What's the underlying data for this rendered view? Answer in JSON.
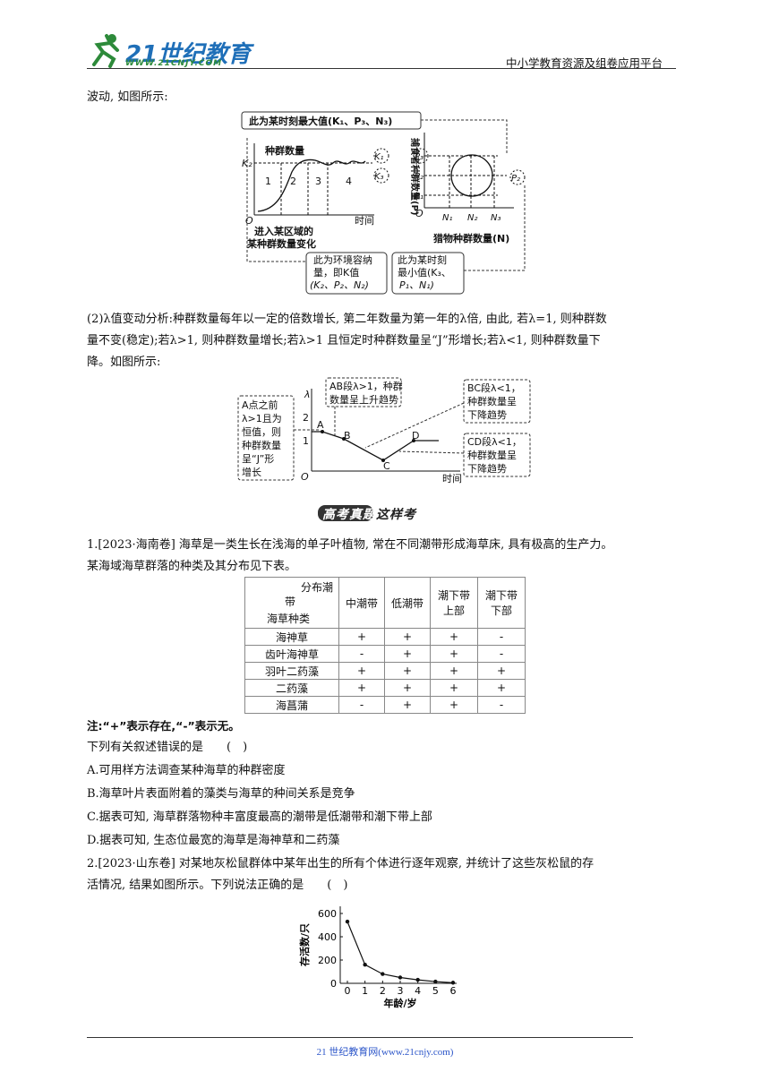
{
  "header": {
    "logo_text": "21世纪教育",
    "logo_url": "WWW.21CNJY.COM",
    "right": "中小学教育资源及组卷应用平台"
  },
  "intro": "波动, 如图所示:",
  "fig1": {
    "top_box": "此为某时刻最大值(K₁、P₃、N₃)",
    "ylabel": "种群数量",
    "k2": "K₂",
    "k1": "K₁",
    "k3": "K₃",
    "seg1": "1",
    "seg2": "2",
    "seg3": "3",
    "seg4": "4",
    "origin": "O",
    "xlabel": "时间",
    "caption1": "进入某区域的",
    "caption2": "某种群数量变化",
    "mid_box1": "此为环境容纳",
    "mid_box2": "量，即K值",
    "mid_box3": "(K₂、P₂、N₂)",
    "right_box1": "此为某时刻",
    "right_box2": "最小值(K₃、",
    "right_box3": "P₁、N₁)",
    "pred_ylabel": "捕食者种群数量(P)",
    "p3": "P₃",
    "p2": "P₂",
    "p1": "P₁",
    "n1": "N₁",
    "n2": "N₂",
    "n3": "N₃",
    "prey_xlabel": "猎物种群数量(N)"
  },
  "para2": {
    "line1": "(2)λ值变动分析:种群数量每年以一定的倍数增长, 第二年数量为第一年的λ倍, 由此, 若λ=1, 则种群数",
    "line2": "量不变(稳定);若λ>1, 则种群数量增长;若λ>1 且恒定时种群数量呈“J”形增长;若λ<1, 则种群数量下",
    "line3": "降。如图所示:"
  },
  "fig2": {
    "left_box": [
      "A点之前",
      "λ>1且为",
      "恒值，则",
      "种群数量",
      "呈“J”形",
      "增长"
    ],
    "top_box": [
      "AB段λ>1，种群",
      "数量呈上升趋势"
    ],
    "bc_box": [
      "BC段λ<1，",
      "种群数量呈",
      "下降趋势"
    ],
    "cd_box": [
      "CD段λ<1，",
      "种群数量呈",
      "下降趋势"
    ],
    "ylabel": "λ",
    "y2": "2",
    "y1": "1",
    "origin": "O",
    "xlabel": "时间",
    "A": "A",
    "B": "B",
    "C": "C",
    "D": "D"
  },
  "banner": "高考真题这样考",
  "q1": {
    "line1": "1.[2023·海南卷] 海草是一类生长在浅海的单子叶植物, 常在不同潮带形成海草床, 具有极高的生产力。",
    "line2": "某海域海草群落的种类及其分布见下表。",
    "table": {
      "corner_top": "分布潮",
      "corner_mid": "带",
      "corner_bottom": "海草种类",
      "columns": [
        "中潮带",
        "低潮带",
        "潮下带\n上部",
        "潮下带\n下部"
      ],
      "rows": [
        {
          "name": "海神草",
          "cells": [
            "+",
            "+",
            "+",
            "-"
          ]
        },
        {
          "name": "齿叶海神草",
          "cells": [
            "-",
            "+",
            "+",
            "-"
          ]
        },
        {
          "name": "羽叶二药藻",
          "cells": [
            "+",
            "+",
            "+",
            "+"
          ]
        },
        {
          "name": "二药藻",
          "cells": [
            "+",
            "+",
            "+",
            "+"
          ]
        },
        {
          "name": "海菖蒲",
          "cells": [
            "-",
            "+",
            "+",
            "-"
          ]
        }
      ]
    },
    "note": "注:“+”表示存在,“-”表示无。",
    "stem": "下列有关叙述错误的是　　(　)",
    "options": [
      "A.可用样方法调查某种海草的种群密度",
      "B.海草叶片表面附着的藻类与海草的种间关系是竞争",
      "C.据表可知, 海草群落物种丰富度最高的潮带是低潮带和潮下带上部",
      "D.据表可知, 生态位最宽的海草是海神草和二药藻"
    ]
  },
  "q2": {
    "line1": "2.[2023·山东卷] 对某地灰松鼠群体中某年出生的所有个体进行逐年观察, 并统计了这些灰松鼠的存",
    "line2": "活情况, 结果如图所示。下列说法正确的是　　(　)"
  },
  "chart_data": {
    "type": "line",
    "x": [
      0,
      1,
      2,
      3,
      4,
      5,
      6
    ],
    "values": [
      530,
      160,
      80,
      50,
      30,
      15,
      5
    ],
    "xlabel": "年龄/岁",
    "ylabel": "存活数/只",
    "xlim": [
      0,
      6
    ],
    "ylim": [
      0,
      600
    ],
    "yticks": [
      "0",
      "200",
      "400",
      "600"
    ],
    "xticks": [
      "0",
      "1",
      "2",
      "3",
      "4",
      "5",
      "6"
    ]
  },
  "footer": "21 世纪教育网(www.21cnjy.com)"
}
